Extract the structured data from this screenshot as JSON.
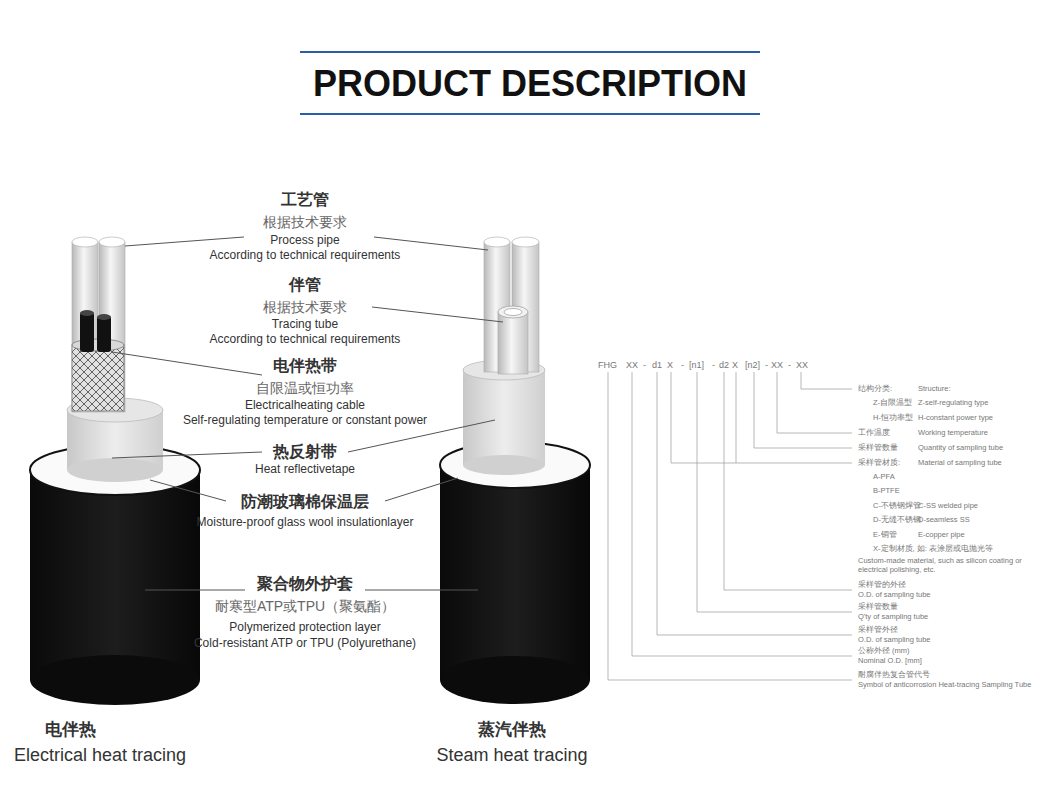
{
  "diagram": {
    "title": "PRODUCT DESCRIPTION",
    "labels": [
      "工艺管",
      "根据技术要求",
      "Process pipe",
      "According to technical requirements",
      "伴管",
      "根据技术要求",
      "Tracing tube",
      "According to technical requirements",
      "电伴热带",
      "自限温或恒功率",
      "Electricalheating cable",
      "Self-regulating temperature or constant power",
      "热反射带",
      "Heat reflectivetape",
      "防潮玻璃棉保温层",
      "Moisture-proof glass wool insulationlayer",
      "聚合物外护套",
      "耐寒型ATP或TPU（聚氨酯）",
      "Polymerized protection layer",
      "Cold-resistant ATP or TPU (Polyurethane)",
      "电伴热",
      "Electrical heat tracing",
      "蒸汽伴热",
      "Steam heat tracing",
      "FHG",
      "XX",
      "-",
      "d1",
      "X",
      "-",
      "[n1]",
      "-",
      "d2",
      "X",
      "[n2]",
      "-",
      "XX",
      "-",
      "XX",
      "结构分类:",
      "Structure:",
      "Z-自限温型",
      "Z-self-regulating type",
      "H-恒功率型",
      "H-constant power type",
      "工作温度",
      "Working temperature",
      "采样管数量",
      "Quantity of sampling tube",
      "采样管材质:",
      "Material of sampling tube",
      "A-PFA",
      "B-PTFE",
      "C-不锈钢焊管",
      "C-SS welded pipe",
      "D-无缝不锈钢",
      "D-seamless SS",
      "E-铜管",
      "E-copper pipe",
      "X-定制材质, 如: 表涂层或电抛光等",
      "Custom-made material, such as silicon coating or electrical polishing, etc.",
      "采样管的外径",
      "O.D. of sampling tube",
      "采样管数量",
      "Q'ty of sampling tube",
      "采样管外径",
      "O.D. of sampling tube",
      "公称外径 (mm)",
      "Nominal O.D. [mm]",
      "耐腐伴热复合管代号",
      "Symbol of anticorrosion Heat-tracing Sampling Tube"
    ]
  }
}
